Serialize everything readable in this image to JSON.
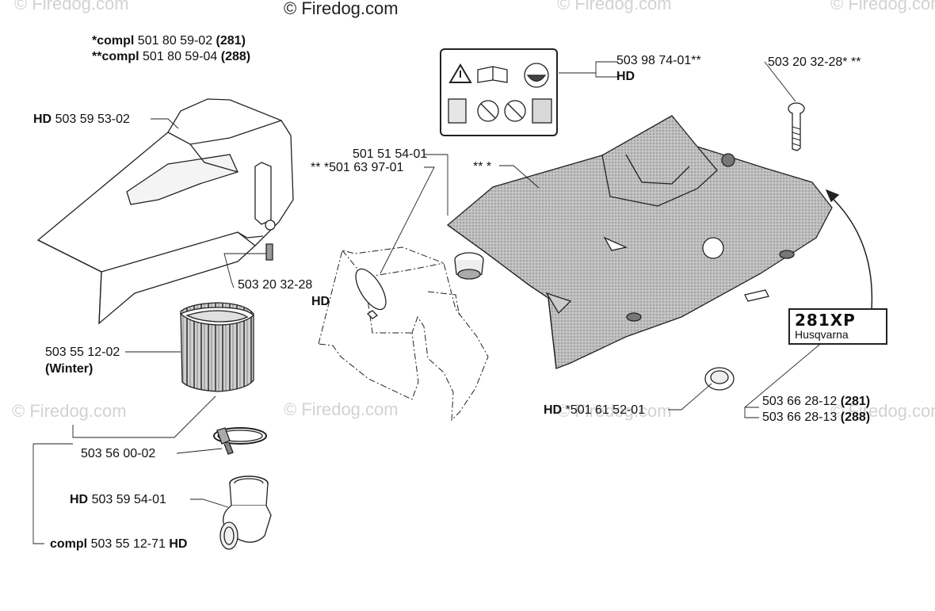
{
  "watermark": "© Firedog.com",
  "copyright": "© Firedog.com",
  "badge": {
    "model": "281XP",
    "brand": "Husqvarna"
  },
  "labels": {
    "compl_281": {
      "prefix": "*compl",
      "number": " 501 80 59-02",
      "model": "(281)"
    },
    "compl_288": {
      "prefix": "**compl",
      "number": " 501 80 59-04",
      "model": "(288)"
    },
    "filter_cover": {
      "tag": "HD",
      "number": "503 59 53-02"
    },
    "cover_screw": {
      "number": "503 20 32-28",
      "tag": "HD"
    },
    "filter_winter": {
      "number": "503 55 12-02",
      "note": "(Winter)"
    },
    "hose_clamp": {
      "number": "503 56 00-02"
    },
    "intake_adapter": {
      "tag": "HD",
      "number": "503 59 54-01"
    },
    "filter_kit": {
      "prefix": "compl",
      "number": "503 55 12-71",
      "tag": "HD"
    },
    "plug": {
      "line1": "501 51 54-01",
      "line2": "** *501 63 97-01"
    },
    "cylinder_cover": {
      "mark": "** *"
    },
    "decal": {
      "number": "503 98 74-01**",
      "tag": "HD"
    },
    "screw": {
      "number": "503 20 32-28* **"
    },
    "grommet": {
      "tag": "HD",
      "number": "*501 61 52-01"
    },
    "model_decal_281": {
      "number": "503 66 28-12",
      "model": "(281)"
    },
    "model_decal_288": {
      "number": "503 66 28-13",
      "model": "(288)"
    }
  }
}
